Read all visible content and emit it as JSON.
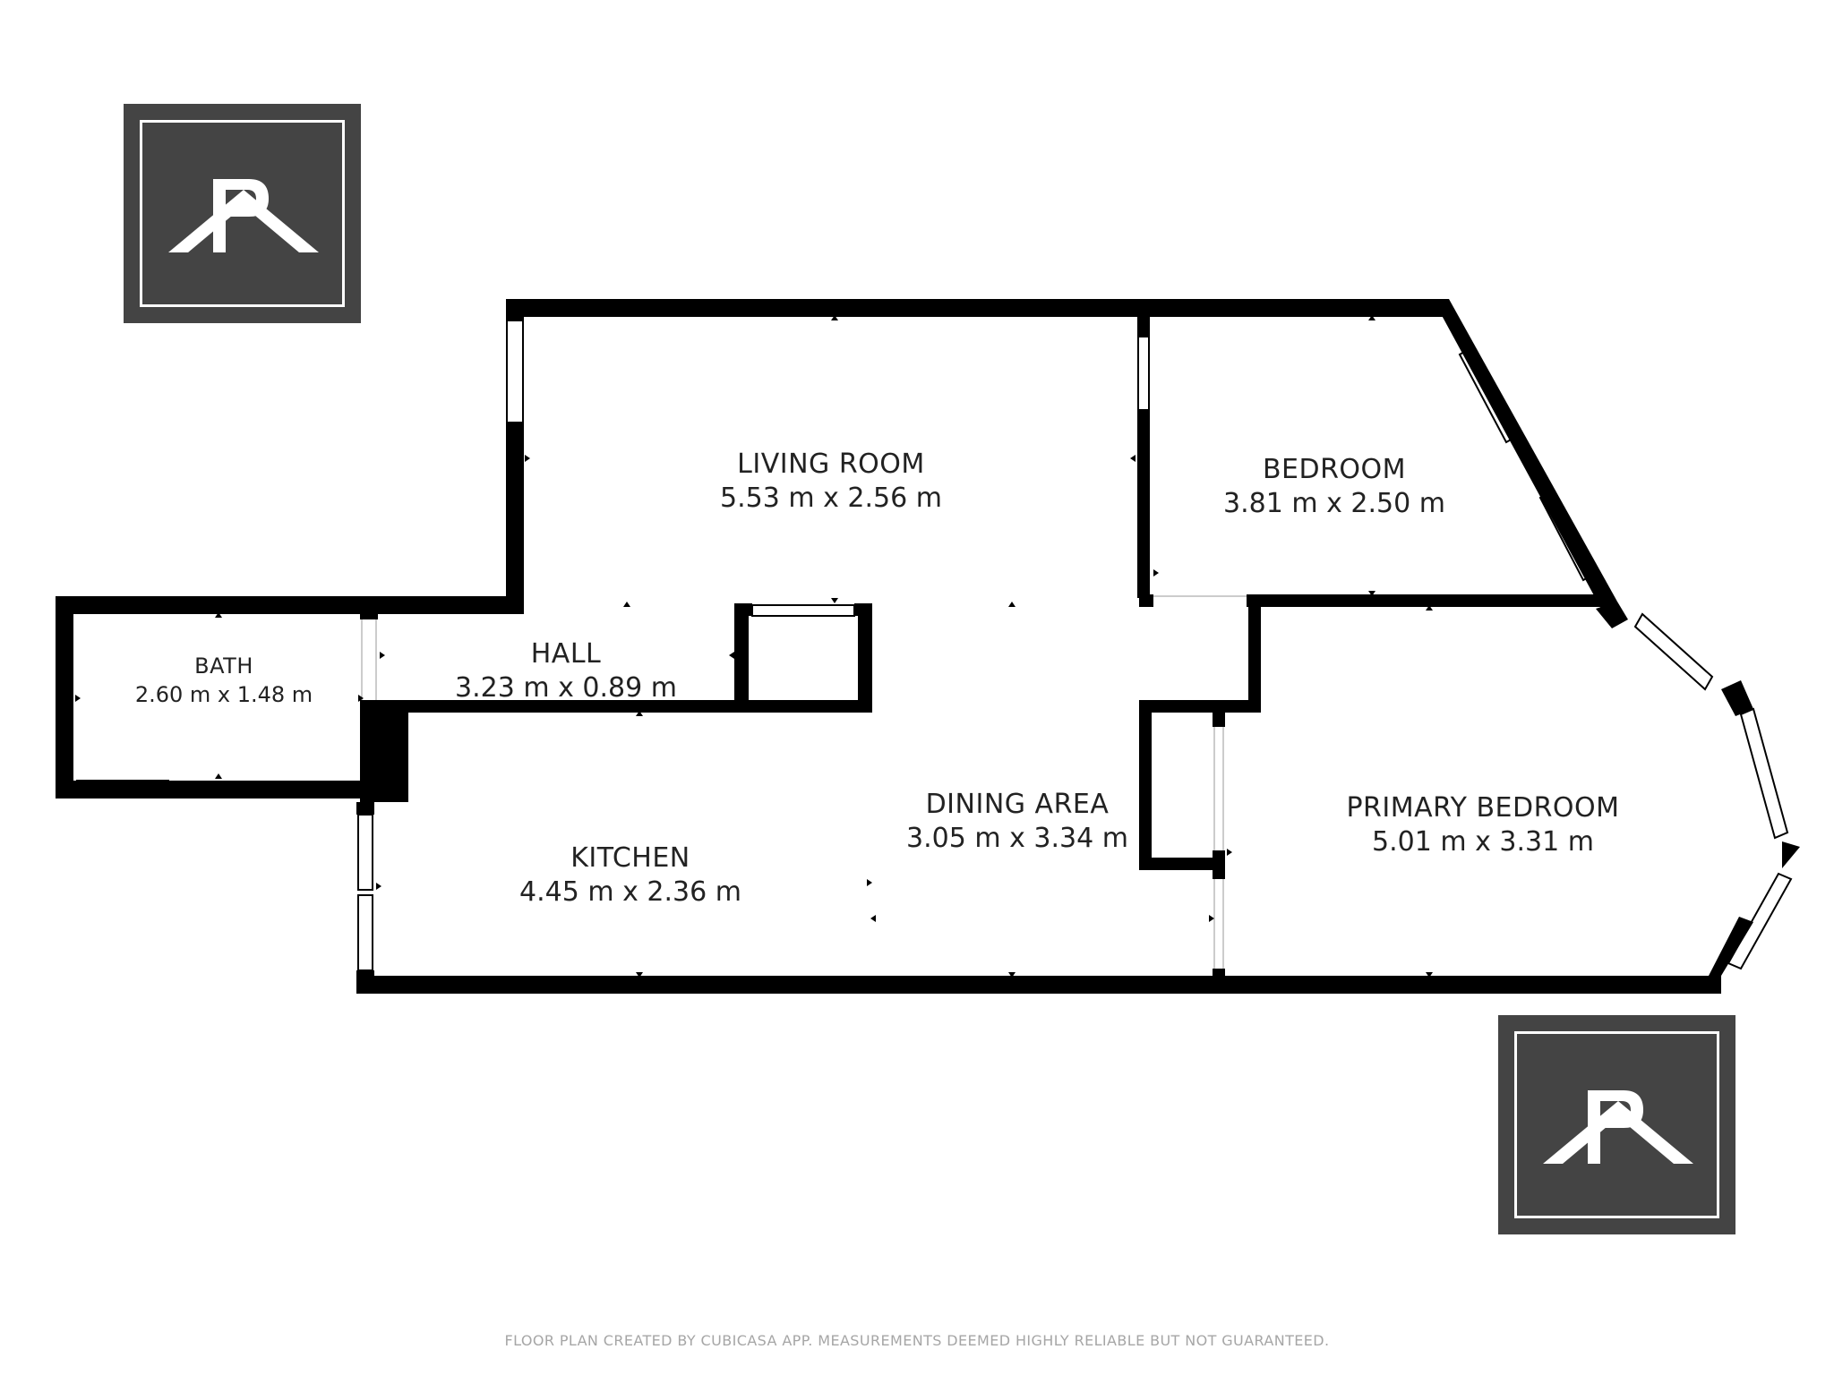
{
  "rooms": {
    "living_room": {
      "name": "LIVING ROOM",
      "dims": "5.53 m x 2.56 m"
    },
    "bedroom": {
      "name": "BEDROOM",
      "dims": "3.81 m x 2.50 m"
    },
    "bath": {
      "name": "BATH",
      "dims": "2.60 m x 1.48 m"
    },
    "hall": {
      "name": "HALL",
      "dims": "3.23 m x 0.89 m"
    },
    "dining_area": {
      "name": "DINING AREA",
      "dims": "3.05 m x 3.34 m"
    },
    "primary_bedroom": {
      "name": "PRIMARY BEDROOM",
      "dims": "5.01 m x 3.31 m"
    },
    "kitchen": {
      "name": "KITCHEN",
      "dims": "4.45 m x 2.36 m"
    }
  },
  "logos": [
    {
      "icon": "roof-monogram-logo"
    },
    {
      "icon": "roof-monogram-logo"
    }
  ],
  "colors": {
    "wall": "#000000",
    "logo_bg": "#444444",
    "footer_text": "#a6a6a6"
  },
  "footer": "FLOOR PLAN CREATED BY CUBICASA APP. MEASUREMENTS DEEMED HIGHLY RELIABLE BUT NOT GUARANTEED."
}
